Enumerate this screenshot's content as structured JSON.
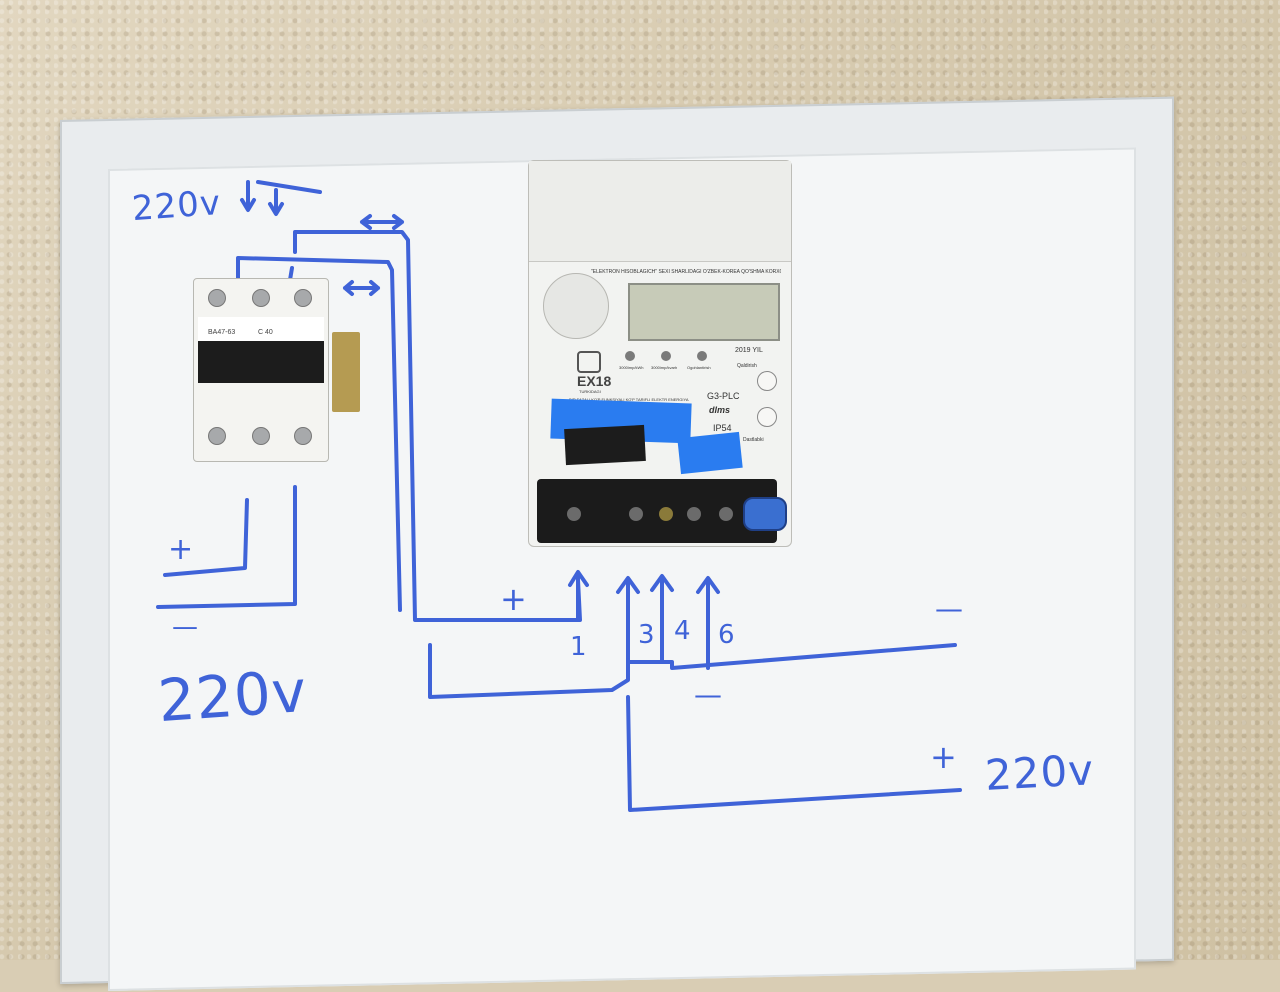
{
  "board": {
    "label_top_left": "220v",
    "label_left": "220v",
    "label_right": "220v",
    "plus": "+",
    "minus": "—",
    "terminal_labels": [
      "1",
      "3",
      "4",
      "6"
    ]
  },
  "breaker": {
    "model": "BA47-63",
    "rating": "C 40"
  },
  "meter": {
    "header": "\"ELEKTRON HISOBLAGICH\" SEXI SHARLIDAGI O'ZBEK-KOREA QO'SHMA KORXONASI",
    "model": "EX18",
    "model_sub": "TURKIDAGI",
    "description": "BIR FAZALI KO'P FUNKSIYALI KO'P TARIFLI ELEKTR ENERGIYA ELEKTRON HISOBLAGICH",
    "year": "2019 YIL",
    "protocol": "G3-PLC",
    "dlms": "dlms",
    "ip": "IP54",
    "btn1": "Qaldirish",
    "btn2": "Dastlabki",
    "leds": [
      "3000imp/kWh",
      "3000imp/kvarh",
      "Ogohlantirish"
    ]
  },
  "colors": {
    "marker": "#3f63d8",
    "tape": "#2a7cf0"
  }
}
